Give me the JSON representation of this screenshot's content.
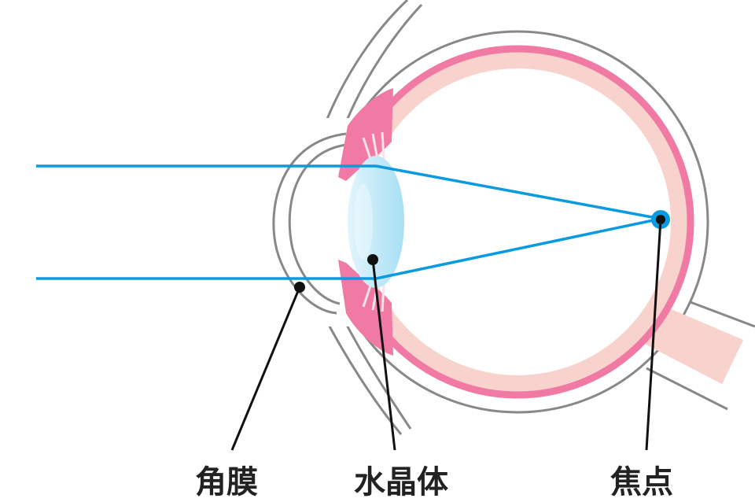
{
  "labels": {
    "cornea": "角膜",
    "lens": "水晶体",
    "focal_point": "焦点"
  },
  "colors": {
    "outline": "#888888",
    "retina": "#f07aa4",
    "choroid": "#f8d2cc",
    "lens_fill": "#bfe8f7",
    "light_ray": "#0a9ae0",
    "pointer": "#111111",
    "text": "#222222"
  }
}
